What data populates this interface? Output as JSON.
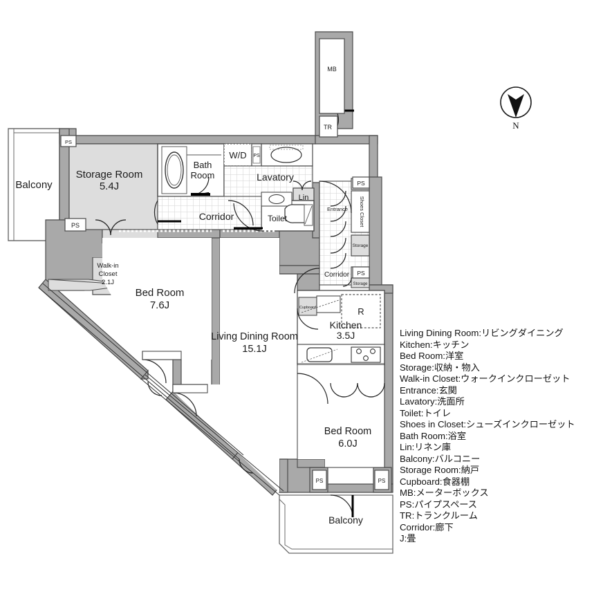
{
  "document": {
    "type": "apartment-floor-plan",
    "orientation_label": "N"
  },
  "rooms": [
    {
      "id": "balcony_nw",
      "name": "Balcony",
      "area": null
    },
    {
      "id": "storage_room",
      "name": "Storage Room",
      "area": "5.4J"
    },
    {
      "id": "bath_room",
      "name": "Bath\nRoom",
      "area": null
    },
    {
      "id": "lavatory",
      "name": "Lavatory",
      "area": null
    },
    {
      "id": "corridor_main",
      "name": "Corridor",
      "area": null
    },
    {
      "id": "toilet",
      "name": "Toilet",
      "area": null
    },
    {
      "id": "entrance",
      "name": "Entrance",
      "area": null
    },
    {
      "id": "shoes_closet",
      "name": "Shoes Closet",
      "area": null
    },
    {
      "id": "corridor_east",
      "name": "Corridor",
      "area": null
    },
    {
      "id": "walk_in_closet",
      "name": "Walk-in\nCloset",
      "area": "2.1J"
    },
    {
      "id": "bed_room_1",
      "name": "Bed Room",
      "area": "7.6J"
    },
    {
      "id": "living_dining",
      "name": "Living Dining Room",
      "area": "15.1J"
    },
    {
      "id": "kitchen",
      "name": "Kitchen",
      "area": "3.5J"
    },
    {
      "id": "bed_room_2",
      "name": "Bed Room",
      "area": "6.0J"
    },
    {
      "id": "balcony_s",
      "name": "Balcony",
      "area": null
    }
  ],
  "labels": {
    "balcony_nw": "Balcony",
    "storage_room_name": "Storage Room",
    "storage_room_area": "5.4J",
    "bath_room_line1": "Bath",
    "bath_room_line2": "Room",
    "wd": "W/D",
    "lavatory": "Lavatory",
    "lin": "Lin",
    "corridor_main": "Corridor",
    "toilet": "Toilet",
    "entrance": "Entrance",
    "shoes_closet": "Shoes Closet",
    "storage_small_1": "Storage",
    "storage_small_2": "Storage",
    "corridor_east": "Corridor",
    "mb": "MB",
    "tr": "TR",
    "ps": "PS",
    "refrigerator": "R",
    "cupboard": "Cupboard",
    "kitchen_name": "Kitchen",
    "kitchen_area": "3.5J",
    "walkin_line1": "Walk-in",
    "walkin_line2": "Closet",
    "walkin_area": "2.1J",
    "bedroom1_name": "Bed Room",
    "bedroom1_area": "7.6J",
    "living_name": "Living Dining Room",
    "living_area": "15.1J",
    "bedroom2_name": "Bed Room",
    "bedroom2_area": "6.0J",
    "balcony_s": "Balcony",
    "north": "N"
  },
  "legend": {
    "entries": [
      "Living Dining Room:リビングダイニング",
      "Kitchen:キッチン",
      "Bed Room:洋室",
      "Storage:収納・物入",
      "Walk-in Closet:ウォークインクローゼット",
      "Entrance:玄関",
      "Lavatory:洗面所",
      "Toilet:トイレ",
      "Shoes in Closet:シューズインクローゼット",
      "Bath Room:浴室",
      "Lin:リネン庫",
      "Balcony:バルコニー",
      "Storage Room:納戸",
      "Cupboard:食器棚",
      "MB:メーターボックス",
      "PS:パイプスペース",
      "TR:トランクルーム",
      "Corridor:廊下",
      "J:畳"
    ]
  },
  "colors": {
    "wall": "#a9a9a9",
    "wall_stroke": "#4a4a4a",
    "room_fill_light": "#dddddd",
    "floor_white": "#ffffff",
    "tile_line": "#cccccc",
    "text": "#1a1a1a",
    "thin_line": "#555555"
  }
}
